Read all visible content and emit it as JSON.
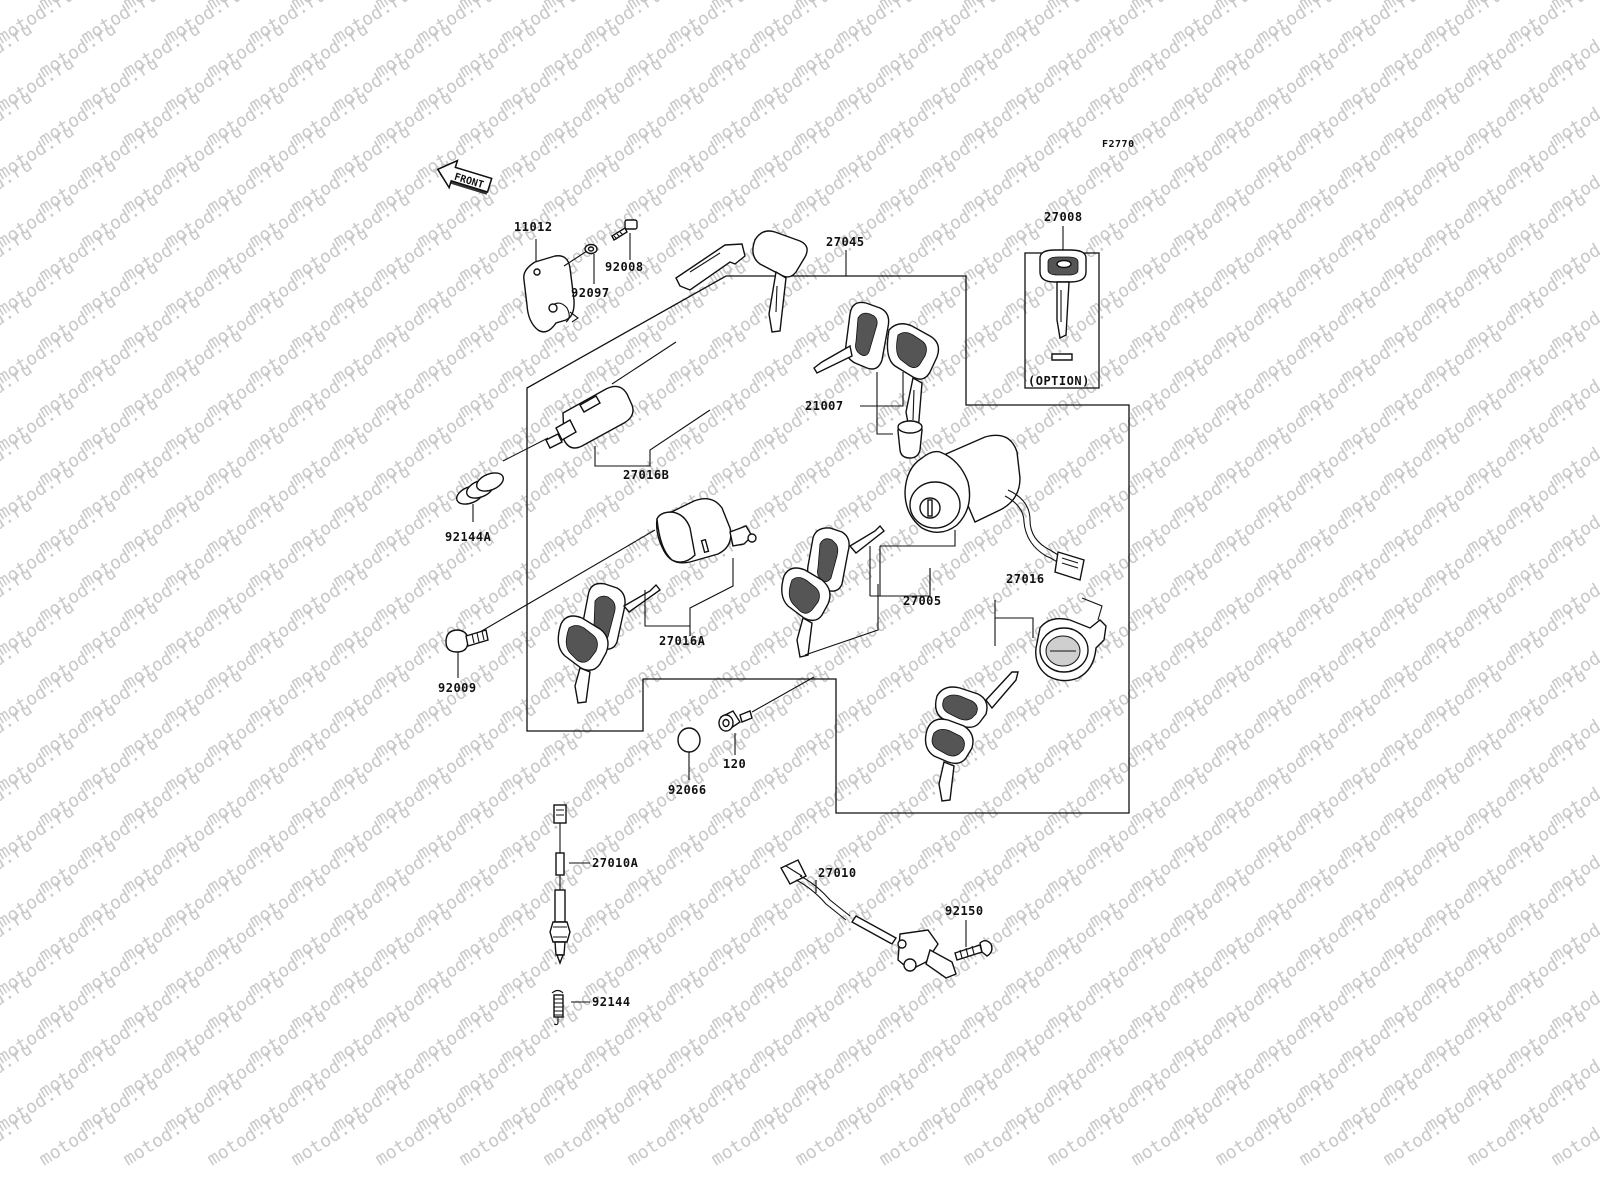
{
  "diagram": {
    "figure_code": "F2770",
    "front_label": "FRONT",
    "option_label": "(OPTION)",
    "watermark_text": "motod.ru",
    "colors": {
      "line": "#111111",
      "background": "#ffffff",
      "watermark": "#c8c8c8"
    },
    "parts": [
      {
        "id": "11012",
        "label": "11012"
      },
      {
        "id": "92097",
        "label": "92097"
      },
      {
        "id": "92008",
        "label": "92008"
      },
      {
        "id": "27045",
        "label": "27045"
      },
      {
        "id": "27008",
        "label": "27008"
      },
      {
        "id": "21007",
        "label": "21007"
      },
      {
        "id": "27016B",
        "label": "27016B"
      },
      {
        "id": "92144A",
        "label": "92144A"
      },
      {
        "id": "27005",
        "label": "27005"
      },
      {
        "id": "27016",
        "label": "27016"
      },
      {
        "id": "27016A",
        "label": "27016A"
      },
      {
        "id": "92009",
        "label": "92009"
      },
      {
        "id": "120",
        "label": "120"
      },
      {
        "id": "92066",
        "label": "92066"
      },
      {
        "id": "27010A",
        "label": "27010A"
      },
      {
        "id": "27010",
        "label": "27010"
      },
      {
        "id": "92150",
        "label": "92150"
      },
      {
        "id": "92144",
        "label": "92144"
      }
    ]
  }
}
